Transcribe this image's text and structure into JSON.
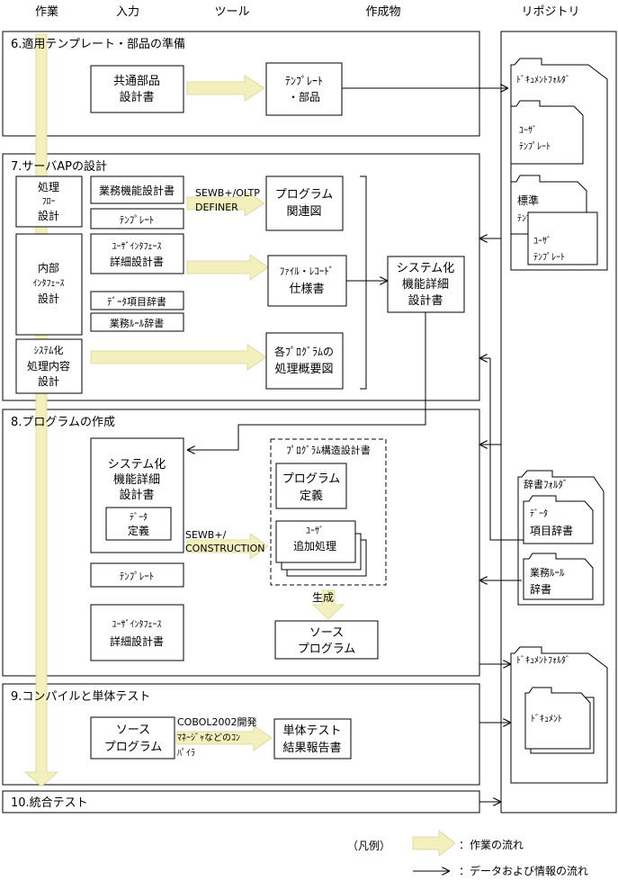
{
  "headers": {
    "work": "作業",
    "input": "入力",
    "tool": "ツール",
    "product": "作成物",
    "repo": "リポジトリ"
  },
  "sec6": {
    "title": "6.適用テンプレート・部品の準備",
    "common_parts_1": "共通部品",
    "common_parts_2": "設計書",
    "template_parts_1": "ﾃﾝﾌﾟﾚｰﾄ",
    "template_parts_2": "・部品"
  },
  "sec7": {
    "title": "7.サーバAPの設計",
    "proc_flow": [
      "処理",
      "ﾌﾛｰ",
      "設計"
    ],
    "internal_if": [
      "内部",
      "ｲﾝﾀﾌｪｰｽ",
      "設計"
    ],
    "sys_proc": [
      "ｼｽﾃﾑ化",
      "処理内容",
      "設計"
    ],
    "biz_func": "業務機能設計書",
    "template": "ﾃﾝﾌﾟﾚｰﾄ",
    "ui_design_1": "ﾕｰｻﾞｲﾝﾀﾌｪｰｽ",
    "ui_design_2": "詳細設計書",
    "data_dict": "ﾃﾞｰﾀ項目辞書",
    "biz_rule_dict": "業務ﾙｰﾙ辞書",
    "tool_1": "SEWB+/OLTP",
    "tool_2": "DEFINER",
    "prog_rel_1": "プログラム",
    "prog_rel_2": "関連図",
    "file_rec_1": "ﾌｧｲﾙ・ﾚｺｰﾄﾞ",
    "file_rec_2": "仕様書",
    "prog_outline_1": "各ﾌﾟﾛｸﾞﾗﾑの",
    "prog_outline_2": "処理概要図",
    "sys_detail": [
      "システム化",
      "機能詳細",
      "設計書"
    ]
  },
  "sec8": {
    "title": "8.プログラムの作成",
    "sys_detail": [
      "システム化",
      "機能詳細",
      "設計書"
    ],
    "data_def_1": "ﾃﾞｰﾀ",
    "data_def_2": "定義",
    "template": "ﾃﾝﾌﾟﾚｰﾄ",
    "ui_design_1": "ﾕｰｻﾞｲﾝﾀﾌｪｰｽ",
    "ui_design_2": "詳細設計書",
    "tool_1": "SEWB+/",
    "tool_2": "CONSTRUCTION",
    "struct_title": "ﾌﾟﾛｸﾞﾗﾑ構造設計書",
    "prog_def_1": "プログラム",
    "prog_def_2": "定義",
    "user_add_1": "ﾕｰｻﾞ",
    "user_add_2": "追加処理",
    "generate": "生成",
    "source_1": "ソース",
    "source_2": "プログラム"
  },
  "sec9": {
    "title": "9.コンパイルと単体テスト",
    "source_1": "ソース",
    "source_2": "プログラム",
    "tool_1": "COBOL2002開発",
    "tool_2": "ﾏﾈｰｼﾞｬなどのｺﾝ",
    "tool_3": "ﾊﾟｲﾗ",
    "report_1": "単体テスト",
    "report_2": "結果報告書"
  },
  "sec10": {
    "title": "10.統合テスト"
  },
  "repo": {
    "doc_folder": "ﾄﾞｷｭﾒﾝﾄﾌｫﾙﾀﾞ",
    "user_tpl_1": "ﾕｰｻﾞ",
    "user_tpl_2": "ﾃﾝﾌﾟﾚｰﾄ",
    "std_tpl_1": "標準",
    "std_tpl_2": "ﾃﾝﾌﾟﾚｰﾄ",
    "user_tpl2_1": "ﾕｰｻﾞ",
    "user_tpl2_2": "ﾃﾝﾌﾟﾚｰﾄ",
    "dict_folder": "辞書ﾌｫﾙﾀﾞ",
    "data_dict_1": "ﾃﾞｰﾀ",
    "data_dict_2": "項目辞書",
    "rule_dict_1": "業務ﾙｰﾙ",
    "rule_dict_2": "辞書",
    "doc_folder2": "ﾄﾞｷｭﾒﾝﾄﾌｫﾙﾀﾞ",
    "document": "ﾄﾞｷｭﾒﾝﾄ"
  },
  "legend": {
    "label": "（凡例）",
    "work_flow": "：作業の流れ",
    "data_flow": "：データおよび情報の流れ"
  }
}
